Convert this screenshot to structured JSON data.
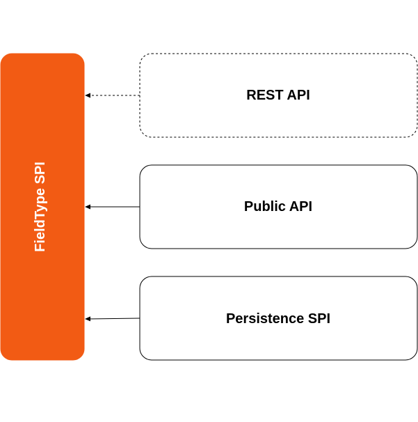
{
  "diagram": {
    "spi_block": {
      "label": "FieldType SPI",
      "color": "#f25b14",
      "text_color": "#ffffff"
    },
    "boxes": [
      {
        "label": "REST API",
        "border_style": "dashed"
      },
      {
        "label": "Public API",
        "border_style": "solid"
      },
      {
        "label": "Persistence SPI",
        "border_style": "solid"
      }
    ],
    "connectors": [
      {
        "from": "REST API",
        "to": "FieldType SPI",
        "style": "dashed"
      },
      {
        "from": "Public API",
        "to": "FieldType SPI",
        "style": "solid"
      },
      {
        "from": "Persistence SPI",
        "to": "FieldType SPI",
        "style": "solid"
      }
    ]
  }
}
